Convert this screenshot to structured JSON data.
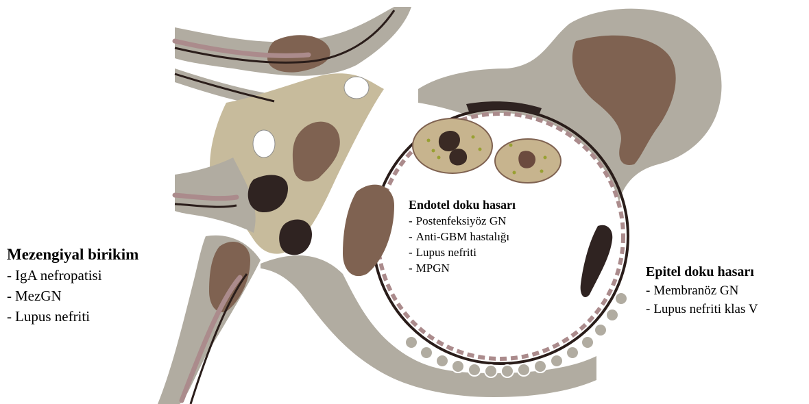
{
  "mesangial": {
    "heading": "Mezengiyal birikim",
    "items": [
      "IgA nefropatisi",
      "MezGN",
      "Lupus nefriti"
    ]
  },
  "endothelial": {
    "heading": "Endotel doku hasarı",
    "items": [
      "Postenfeksiyöz GN",
      "Anti-GBM hastalığı",
      "Lupus nefriti",
      "MPGN"
    ]
  },
  "epithelial": {
    "heading": "Epitel doku hasarı",
    "items": [
      "Membranöz GN",
      "Lupus nefriti klas V"
    ]
  },
  "colors": {
    "cytoplasm": "#b1aca1",
    "matrix": "#c7bb9c",
    "nucleus": "#7f6251",
    "membrane": "#ab8b8c",
    "deposit": "#2f2321",
    "basement": "#2a1d1a",
    "leukocyte": "#c7b48e",
    "granule": "#98a032"
  }
}
